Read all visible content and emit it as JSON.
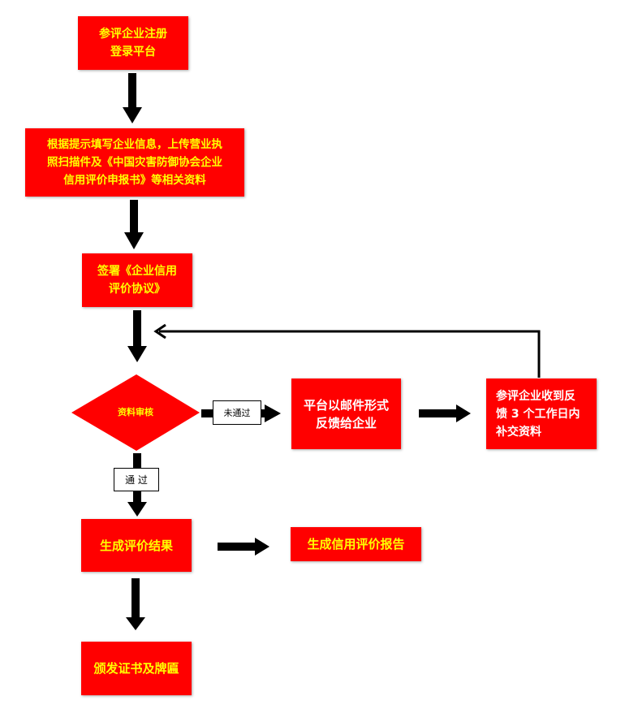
{
  "nodes": {
    "register": "参评企业注册\n登录平台",
    "fill_info": "根据提示填写企业信息，上传营业执\n照扫描件及《中国灾害防御协会企业\n信用评价申报书》等相关资料",
    "sign": "签署《企业信用\n评价协议》",
    "review": "资料审核",
    "feedback": "平台以邮件形式\n反馈给企业",
    "resubmit": "参评企业收到反\n馈 3 个工作日内\n补交资料",
    "result": "生成评价结果",
    "report": "生成信用评价报告",
    "certificate": "颁发证书及牌匾"
  },
  "edge_labels": {
    "not_passed": "未通过",
    "passed": "通 过"
  },
  "colors": {
    "box": "#ff0000",
    "text": "#ffff00",
    "arrow": "#000000"
  }
}
